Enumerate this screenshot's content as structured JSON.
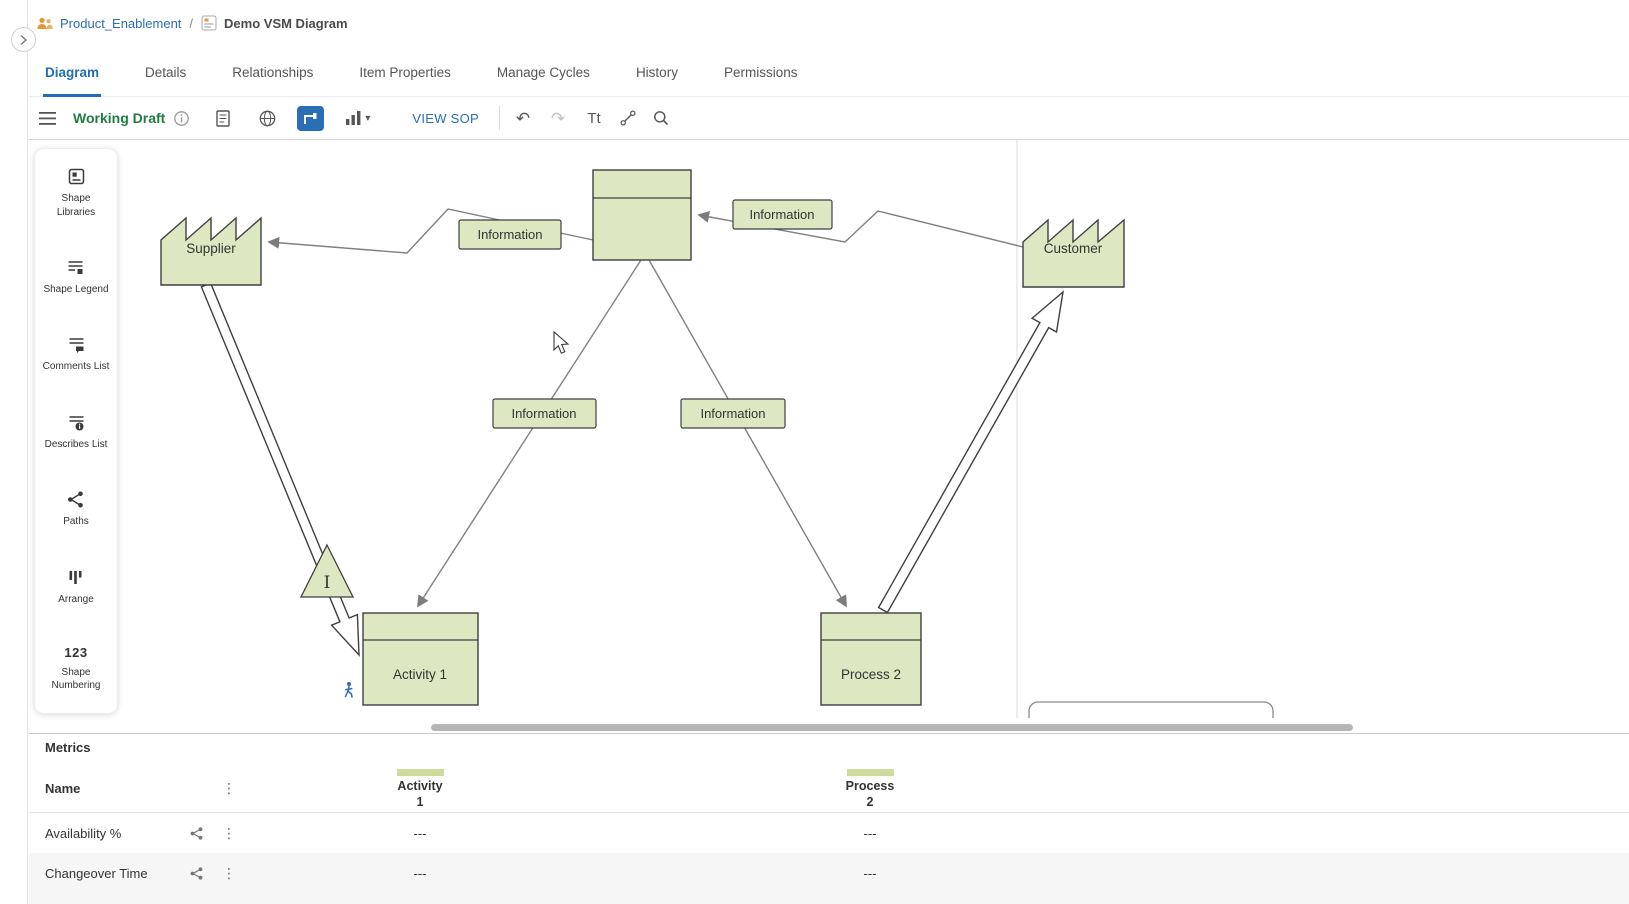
{
  "breadcrumb": {
    "org_label": "Product_Enablement",
    "separator": "/",
    "item_label": "Demo VSM Diagram"
  },
  "tabs": {
    "active": "Diagram",
    "items": [
      {
        "label": "Diagram"
      },
      {
        "label": "Details"
      },
      {
        "label": "Relationships"
      },
      {
        "label": "Item Properties"
      },
      {
        "label": "Manage Cycles"
      },
      {
        "label": "History"
      },
      {
        "label": "Permissions"
      }
    ]
  },
  "toolbar": {
    "status": "Working Draft",
    "view_sop": "VIEW SOP"
  },
  "icons": {
    "undo": "↶",
    "redo": "↷",
    "kebab": "⋮",
    "caret_down": "▾",
    "text_tool": "Tt",
    "numbering": "123"
  },
  "shape_panel": {
    "items": [
      {
        "label": "Shape Libraries",
        "icon": "shape-libraries-icon"
      },
      {
        "label": "Shape Legend",
        "icon": "shape-legend-icon"
      },
      {
        "label": "Comments List",
        "icon": "comments-list-icon"
      },
      {
        "label": "Describes List",
        "icon": "describes-list-icon"
      },
      {
        "label": "Paths",
        "icon": "paths-icon"
      },
      {
        "label": "Arrange",
        "icon": "arrange-icon"
      },
      {
        "label": "Shape Numbering",
        "icon": "numbering-123-icon"
      }
    ]
  },
  "diagram": {
    "supplier": "Supplier",
    "customer": "Customer",
    "activity1": "Activity 1",
    "process2": "Process 2",
    "inventory": "I",
    "info1": "Information",
    "info2": "Information",
    "info3": "Information",
    "info4": "Information"
  },
  "metrics": {
    "title": "Metrics",
    "name_header": "Name",
    "columns": [
      {
        "label": "Activity 1"
      },
      {
        "label": "Process 2"
      }
    ],
    "rows": [
      {
        "name": "Availability %",
        "values": [
          "---",
          "---"
        ]
      },
      {
        "name": "Changeover Time",
        "values": [
          "---",
          "---"
        ]
      }
    ]
  },
  "colors": {
    "accent_blue": "#2a6eb5",
    "active_tab_blue": "#1f6fb2",
    "draft_green": "#1e7d3e",
    "shape_fill": "#dde8c3",
    "shape_border": "#3f3f3f",
    "connector_gray": "#808080",
    "metric_bar_green": "#cddc9d"
  }
}
